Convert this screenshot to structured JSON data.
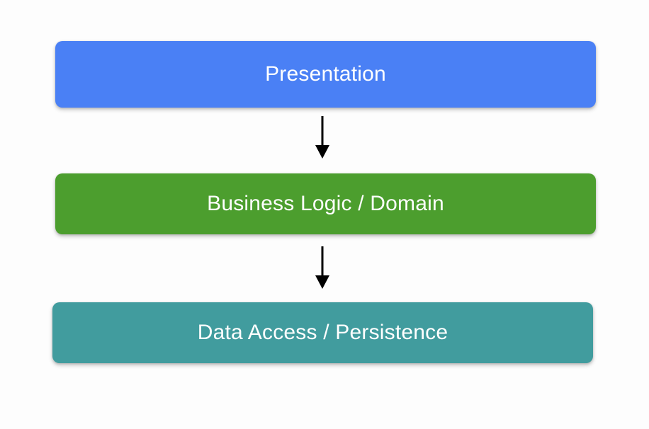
{
  "diagram": {
    "type": "layered-architecture",
    "background_color": "#fdfdfd",
    "layers": [
      {
        "id": "presentation",
        "label": "Presentation",
        "color": "#4a80f5",
        "text_color": "#ffffff",
        "order": 1
      },
      {
        "id": "business-logic",
        "label": "Business Logic / Domain",
        "color": "#4c9e2e",
        "text_color": "#ffffff",
        "order": 2
      },
      {
        "id": "data-access",
        "label": "Data Access / Persistence",
        "color": "#419c9e",
        "text_color": "#ffffff",
        "order": 3
      }
    ],
    "connectors": [
      {
        "id": "presentation-to-business",
        "from": "presentation",
        "to": "business-logic",
        "style": "arrow-down",
        "color": "#000000"
      },
      {
        "id": "business-to-data",
        "from": "business-logic",
        "to": "data-access",
        "style": "arrow-down",
        "color": "#000000"
      }
    ]
  }
}
